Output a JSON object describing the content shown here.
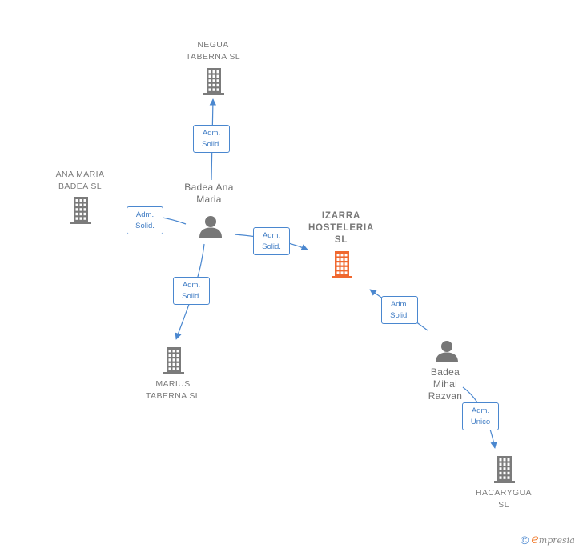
{
  "nodes": {
    "negua": {
      "lines": [
        "NEGUA",
        "TABERNA  SL"
      ],
      "icon": "building-icon"
    },
    "ana_maria_badea": {
      "lines": [
        "ANA MARIA",
        "BADEA  SL"
      ],
      "icon": "building-icon"
    },
    "badea_ana_maria": {
      "lines": [
        "Badea Ana",
        "Maria"
      ],
      "icon": "person-icon"
    },
    "izarra": {
      "lines": [
        "IZARRA",
        "HOSTELERIA",
        "SL"
      ],
      "icon": "building-icon",
      "highlight": true
    },
    "marius": {
      "lines": [
        "MARIUS",
        "TABERNA  SL"
      ],
      "icon": "building-icon"
    },
    "badea_mihai": {
      "lines": [
        "Badea",
        "Mihai",
        "Razvan"
      ],
      "icon": "person-icon"
    },
    "hacarygua": {
      "lines": [
        "HACARYGUA",
        "SL"
      ],
      "icon": "building-icon"
    }
  },
  "edges": [
    {
      "from": "badea_ana_maria",
      "to": "negua",
      "label": [
        "Adm.",
        "Solid."
      ]
    },
    {
      "from": "badea_ana_maria",
      "to": "ana_maria_badea",
      "label": [
        "Adm.",
        "Solid."
      ]
    },
    {
      "from": "badea_ana_maria",
      "to": "izarra",
      "label": [
        "Adm.",
        "Solid."
      ]
    },
    {
      "from": "badea_ana_maria",
      "to": "marius",
      "label": [
        "Adm.",
        "Solid."
      ]
    },
    {
      "from": "badea_mihai",
      "to": "izarra",
      "label": [
        "Adm.",
        "Solid."
      ]
    },
    {
      "from": "badea_mihai",
      "to": "hacarygua",
      "label": [
        "Adm.",
        "Unico"
      ]
    }
  ],
  "colors": {
    "company": "#7b7b7b",
    "focus": "#f0682f",
    "person": "#777777",
    "edge": "#4a87cf"
  },
  "brand": {
    "copyright": "©",
    "name_first": "e",
    "name_rest": "mpresia"
  }
}
